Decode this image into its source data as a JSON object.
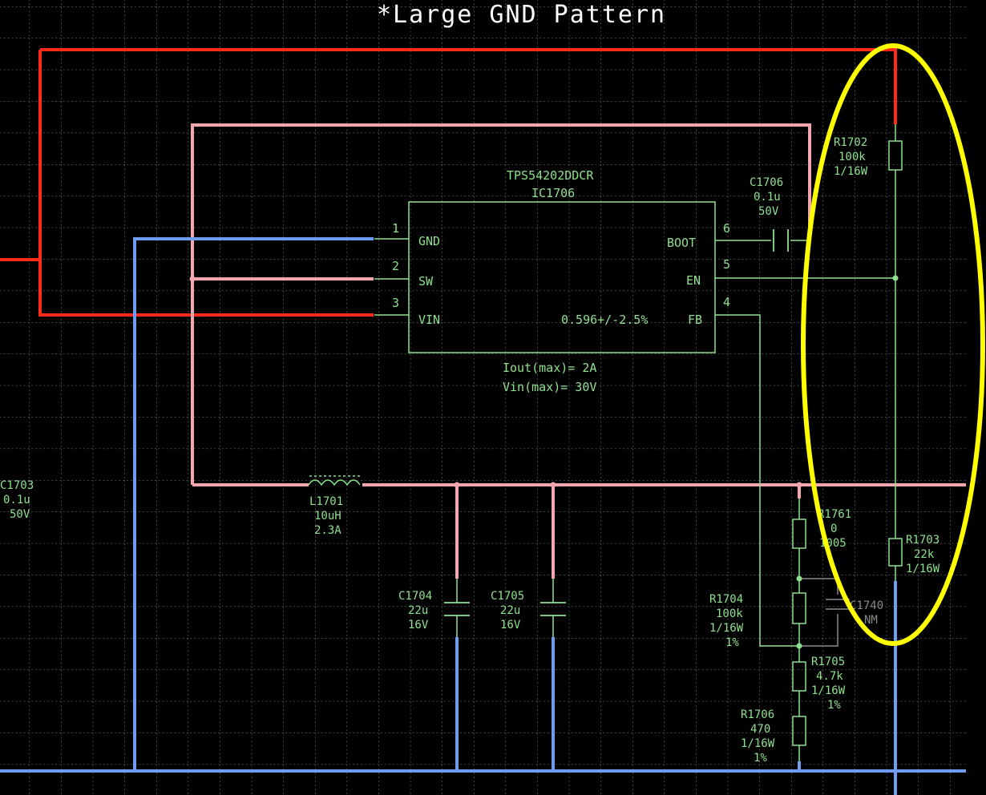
{
  "title": "*Large GND Pattern",
  "colors": {
    "background": "#000000",
    "grid": "#8a8a8a",
    "component": "#8fe08f",
    "vin_net": "#ff2a1a",
    "sw_net": "#f4a6b0",
    "gnd_net": "#6f9bf0",
    "highlight": "#ffff00"
  },
  "ic": {
    "part": "TPS54202DDCR",
    "ref": "IC1706",
    "pins": {
      "gnd_num": "1",
      "gnd_name": "GND",
      "sw_num": "2",
      "sw_name": "SW",
      "vin_num": "3",
      "vin_name": "VIN",
      "fb_num": "4",
      "fb_name": "FB",
      "en_num": "5",
      "en_name": "EN",
      "boot_num": "6",
      "boot_name": "BOOT"
    },
    "vref_note": "0.596+/-2.5%",
    "iout": "Iout(max)= 2A",
    "vin_max": "Vin(max)= 30V"
  },
  "components": {
    "c1706": {
      "ref": "C1706",
      "value": "0.1u",
      "rating": "50V"
    },
    "c1703": {
      "ref": "C1703",
      "value": "0.1u",
      "rating": "50V"
    },
    "l1701": {
      "ref": "L1701",
      "value": "10uH",
      "rating": "2.3A"
    },
    "c1704": {
      "ref": "C1704",
      "value": "22u",
      "rating": "16V"
    },
    "c1705": {
      "ref": "C1705",
      "value": "22u",
      "rating": "16V"
    },
    "r1702": {
      "ref": "R1702",
      "value": "100k",
      "rating": "1/16W"
    },
    "r1703": {
      "ref": "R1703",
      "value": "22k",
      "rating": "1/16W"
    },
    "r1761": {
      "ref": "R1761",
      "value": "0",
      "rating": "1005"
    },
    "r1704": {
      "ref": "R1704",
      "value": "100k",
      "rating": "1/16W",
      "tol": "1%"
    },
    "c1740": {
      "ref": "C1740",
      "value": "NM"
    },
    "r1705": {
      "ref": "R1705",
      "value": "4.7k",
      "rating": "1/16W",
      "tol": "1%"
    },
    "r1706": {
      "ref": "R1706",
      "value": "470",
      "rating": "1/16W",
      "tol": "1%"
    }
  }
}
